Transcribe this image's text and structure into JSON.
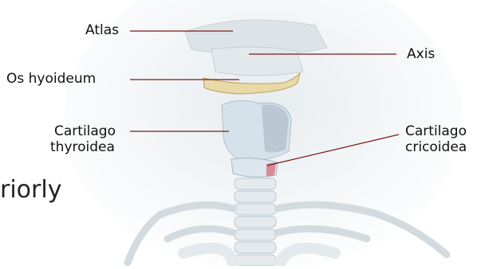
{
  "labels": {
    "atlas": "Atlas",
    "axis": "Axis",
    "os_hyoideum": "Os hyoideum",
    "cartilago_thyroidea_1": "Cartilago",
    "cartilago_thyroidea_2": "thyroidea",
    "cartilago_cricoidea_1": "Cartilago",
    "cartilago_cricoidea_2": "cricoidea"
  },
  "overlay_text": "riorly",
  "colors": {
    "leader_line": "#7a1a1a",
    "bone": "#e6ebee",
    "hyoid": "#e9d9a6",
    "cartilage": "#cfdde6"
  }
}
